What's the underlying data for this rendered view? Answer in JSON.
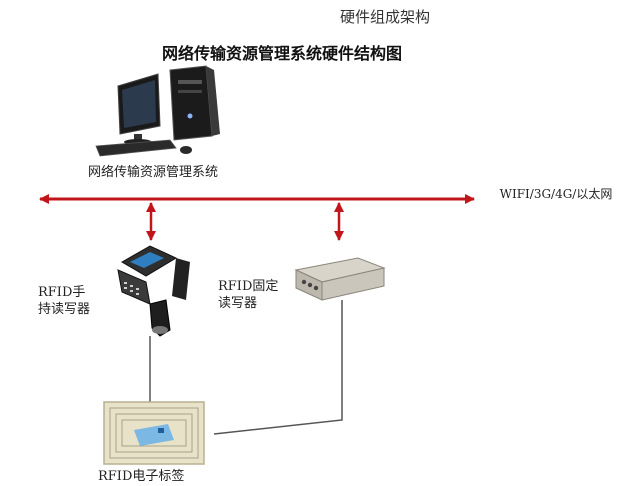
{
  "header_title": "硬件组成架构",
  "diagram_title": "网络传输资源管理系统硬件结构图",
  "nodes": {
    "system": "网络传输资源管理系统",
    "network": "WIFI/3G/4G/以太网",
    "handheld_reader": "RFID手持读写器",
    "fixed_reader": "RFID固定读写器",
    "tag": "RFID电子标签"
  },
  "colors": {
    "arrow": "#c0161b",
    "line": "#555555",
    "title": "#111111"
  },
  "icons": [
    "desktop-computer-icon",
    "handheld-scanner-icon",
    "fixed-reader-box-icon",
    "rfid-tag-card-icon"
  ]
}
